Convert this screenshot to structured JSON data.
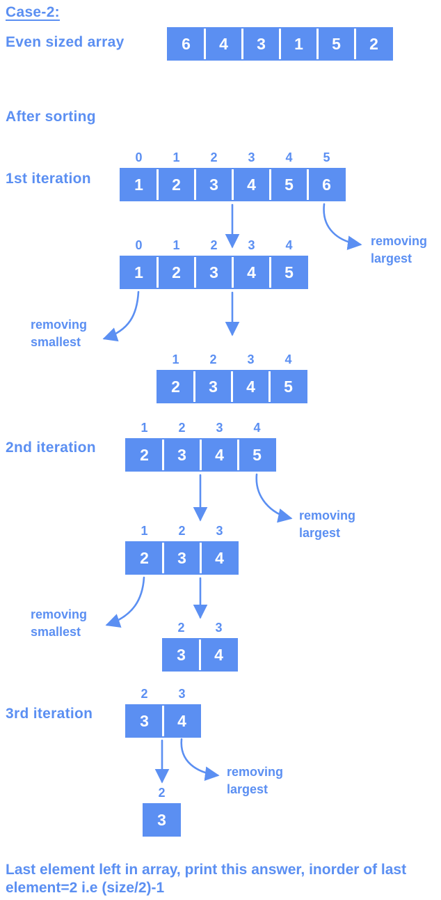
{
  "colors": {
    "blue": "#5b8ff2",
    "cell_text": "#ffffff"
  },
  "header": {
    "case_title": "Case-2:",
    "even_sized_label": "Even sized array",
    "after_sorting": "After sorting"
  },
  "initial_array": {
    "values": [
      6,
      4,
      3,
      1,
      5,
      2
    ]
  },
  "iterations": [
    {
      "label": "1st iteration",
      "steps": [
        {
          "indices": [
            0,
            1,
            2,
            3,
            4,
            5
          ],
          "values": [
            1,
            2,
            3,
            4,
            5,
            6
          ]
        },
        {
          "indices": [
            0,
            1,
            2,
            3,
            4
          ],
          "values": [
            1,
            2,
            3,
            4,
            5
          ]
        },
        {
          "indices": [
            1,
            2,
            3,
            4
          ],
          "values": [
            2,
            3,
            4,
            5
          ]
        }
      ],
      "annotations": {
        "largest": "removing largest",
        "smallest": "removing smallest"
      }
    },
    {
      "label": "2nd iteration",
      "steps": [
        {
          "indices": [
            1,
            2,
            3,
            4
          ],
          "values": [
            2,
            3,
            4,
            5
          ]
        },
        {
          "indices": [
            1,
            2,
            3
          ],
          "values": [
            2,
            3,
            4
          ]
        },
        {
          "indices": [
            2,
            3
          ],
          "values": [
            3,
            4
          ]
        }
      ],
      "annotations": {
        "largest": "removing largest",
        "smallest": "removing smallest"
      }
    },
    {
      "label": "3rd iteration",
      "steps": [
        {
          "indices": [
            2,
            3
          ],
          "values": [
            3,
            4
          ]
        },
        {
          "indices": [
            2
          ],
          "values": [
            3
          ]
        }
      ],
      "annotations": {
        "largest": "removing largest"
      }
    }
  ],
  "footer": "Last element left in array, print this answer, inorder of last element=2 i.e (size/2)-1"
}
